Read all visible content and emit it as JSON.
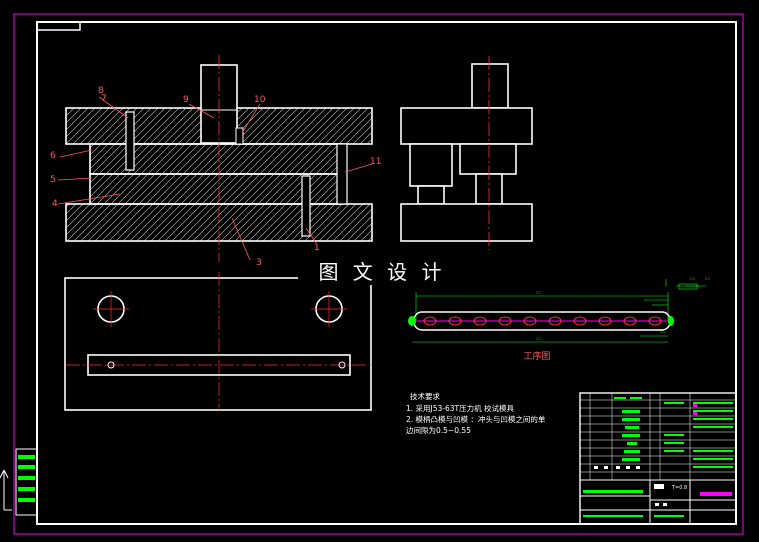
{
  "drawing": {
    "watermark": "图 文 设 计",
    "process_label": "工序图",
    "part_numbers": [
      "8",
      "7",
      "9",
      "10",
      "6",
      "5",
      "4",
      "11",
      "3",
      "1"
    ],
    "tech_req": {
      "heading": "技术要求",
      "line1": "1. 采用J53-63T压力机 校试模具",
      "line2": "2. 模柄凸模与凹模 ：冲头与凹模之间的单",
      "line3": "边间隙为0.5~0.55"
    },
    "scale_text": "T=0.8",
    "colors": {
      "background": "#000000",
      "lines": "#ffffff",
      "centerline": "#ff3030",
      "leader": "#ff5a5a",
      "frame": "#ff00ff",
      "dimension": "#00ff00",
      "accent": "#ff00ff"
    }
  }
}
